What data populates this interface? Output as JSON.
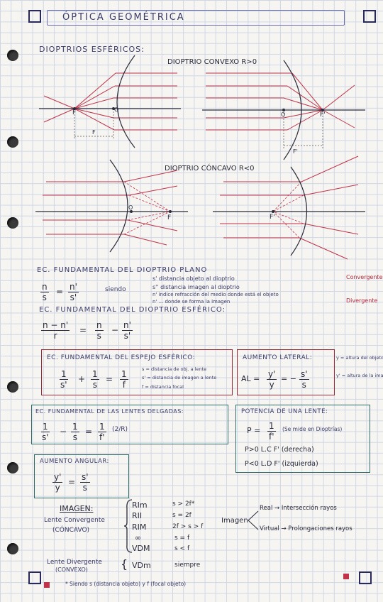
{
  "title": "ÓPTICA GEOMÉTRICA",
  "dioptrios": {
    "heading": "DIOPTRIOS ESFÉRICOS:",
    "convex_label": "DIOPTRIO CONVEXO  R>0",
    "concave_label": "DIOPTRIO CÓNCAVO  R<0",
    "F": "F",
    "O": "O",
    "F_prime": "F'"
  },
  "plano": {
    "heading": "EC. FUNDAMENTAL DEL DIOPTRIO PLANO",
    "lhs_num": "n",
    "lhs_den": "s",
    "eq": "=",
    "rhs_num": "n'",
    "rhs_den": "s'",
    "siendo": "siendo",
    "def1": "s' distancia objeto al dioptrio",
    "def2": "s'' distancia imagen al dioptrio",
    "def3": "n' índice refracción del medio donde está el objeto",
    "def4": "n' ... donde se forma la imagen",
    "convergente": "Convergente",
    "divergente": "Divergente"
  },
  "esferico": {
    "heading": "EC. FUNDAMENTAL DEL DIOPTRIO ESFÉRICO:",
    "f1_num": "n − n'",
    "f1_den": "r",
    "f2_num": "n",
    "f2_den": "s",
    "minus": "−",
    "f3_num": "n'",
    "f3_den": "s'"
  },
  "espejo": {
    "heading": "EC. FUNDAMENTAL DEL ESPEJO ESFÉRICO:",
    "a_num": "1",
    "a_den": "s'",
    "plus": "+",
    "b_num": "1",
    "b_den": "s",
    "c_num": "1",
    "c_den": "f",
    "d1": "s = distancia de obj. a lente",
    "d2": "s' = distancia de imagen a lente",
    "d3": "f = distancia focal"
  },
  "aumento_lateral": {
    "heading": "AUMENTO LATERAL:",
    "AL": "AL =",
    "y_num": "y'",
    "y_den": "y",
    "eq": "= −",
    "s_num": "s'",
    "s_den": "s",
    "note1": "y = altura del objeto",
    "note2": "y' = altura de la imagen"
  },
  "lentes": {
    "heading": "EC. FUNDAMENTAL DE LAS LENTES DELGADAS:",
    "a_num": "1",
    "a_den": "s'",
    "minus": "−",
    "b_num": "1",
    "b_den": "s",
    "c_num": "1",
    "c_den": "f'",
    "extra": "(2/R)"
  },
  "potencia": {
    "heading": "POTENCIA DE UNA LENTE:",
    "P": "P =",
    "p_num": "1",
    "p_den": "f'",
    "unit": "(Se mide en Dioptrías)",
    "row1": "P>0   L.C   F' (derecha)",
    "row2": "P<0   L.D   F' (izquierda)"
  },
  "aumento_angular": {
    "heading": "AUMENTO ANGULAR:",
    "y_num": "y'",
    "y_den": "y",
    "eq": "=",
    "s_num": "s'",
    "s_den": "s"
  },
  "imagen": {
    "heading": "IMAGEN:",
    "convergente": "Lente Convergente",
    "concavo": "(CÓNCAVO)",
    "rows": [
      {
        "tipo": "RIm",
        "cond": "s > 2f*"
      },
      {
        "tipo": "RII",
        "cond": "s = 2f"
      },
      {
        "tipo": "RIM",
        "cond": "2f > s > f"
      },
      {
        "tipo": "∞",
        "cond": "s = f"
      },
      {
        "tipo": "VDM",
        "cond": "s < f"
      }
    ],
    "imagen_word": "Imagen",
    "real": "Real → Intersección rayos",
    "virtual": "Virtual → Prolongaciones rayos",
    "divergente": "Lente Divergente",
    "convexo": "(CONVEXO)",
    "div_tipo": "VDm",
    "div_cond": "siempre",
    "footnote": "* Siendo s (distancia objeto) y f (focal objeto)"
  },
  "colors": {
    "ray": "#c0334a",
    "ink": "#2a2a3a",
    "box_red": "#9a2a3a",
    "box_teal": "#2f6b66",
    "pen": "#3b3b6b"
  }
}
